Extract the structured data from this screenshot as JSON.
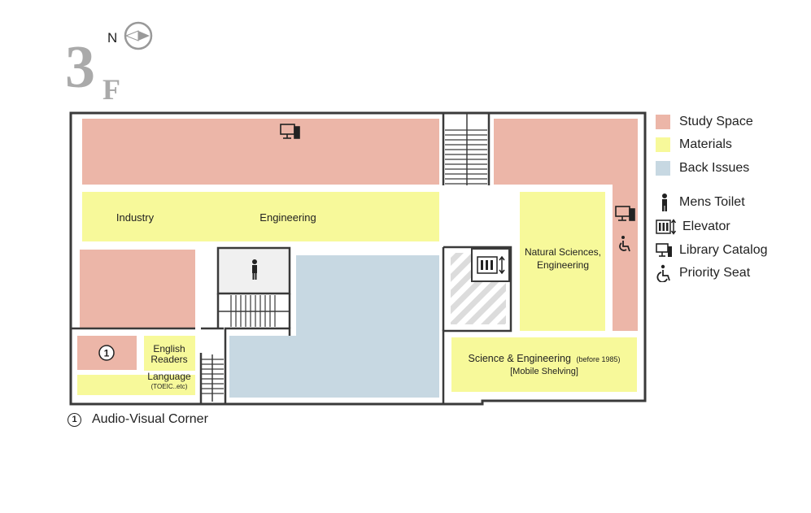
{
  "floor": {
    "number": "3",
    "suffix": "F"
  },
  "compass": {
    "label": "N"
  },
  "colors": {
    "study_space": "#ecb6a8",
    "materials": "#f7f99a",
    "back_issues": "#c7d8e2",
    "wall": "#3a3a3a",
    "floor_label": "#aaaaaa"
  },
  "areas": {
    "industry": "Industry",
    "engineering": "Engineering",
    "natural_sciences_line1": "Natural Sciences,",
    "natural_sciences_line2": "Engineering",
    "english": "English",
    "readers": "Readers",
    "language": "Language",
    "toeic": "(TOEIC..etc)",
    "science_eng": "Science & Engineering",
    "science_eng_note": "(before 1985)",
    "mobile_shelving": "[Mobile Shelving]",
    "av_marker": "1"
  },
  "legend": [
    {
      "label": "Study Space",
      "swatch": "study_space"
    },
    {
      "label": "Materials",
      "swatch": "materials"
    },
    {
      "label": "Back Issues",
      "swatch": "back_issues"
    },
    {
      "label": "Mens Toilet",
      "icon": "mens-toilet-icon"
    },
    {
      "label": "Elevator",
      "icon": "elevator-icon"
    },
    {
      "label": "Library Catalog",
      "icon": "library-catalog-icon"
    },
    {
      "label": "Priority Seat",
      "icon": "priority-seat-icon"
    }
  ],
  "note": {
    "marker": "1",
    "label": "Audio-Visual Corner"
  }
}
